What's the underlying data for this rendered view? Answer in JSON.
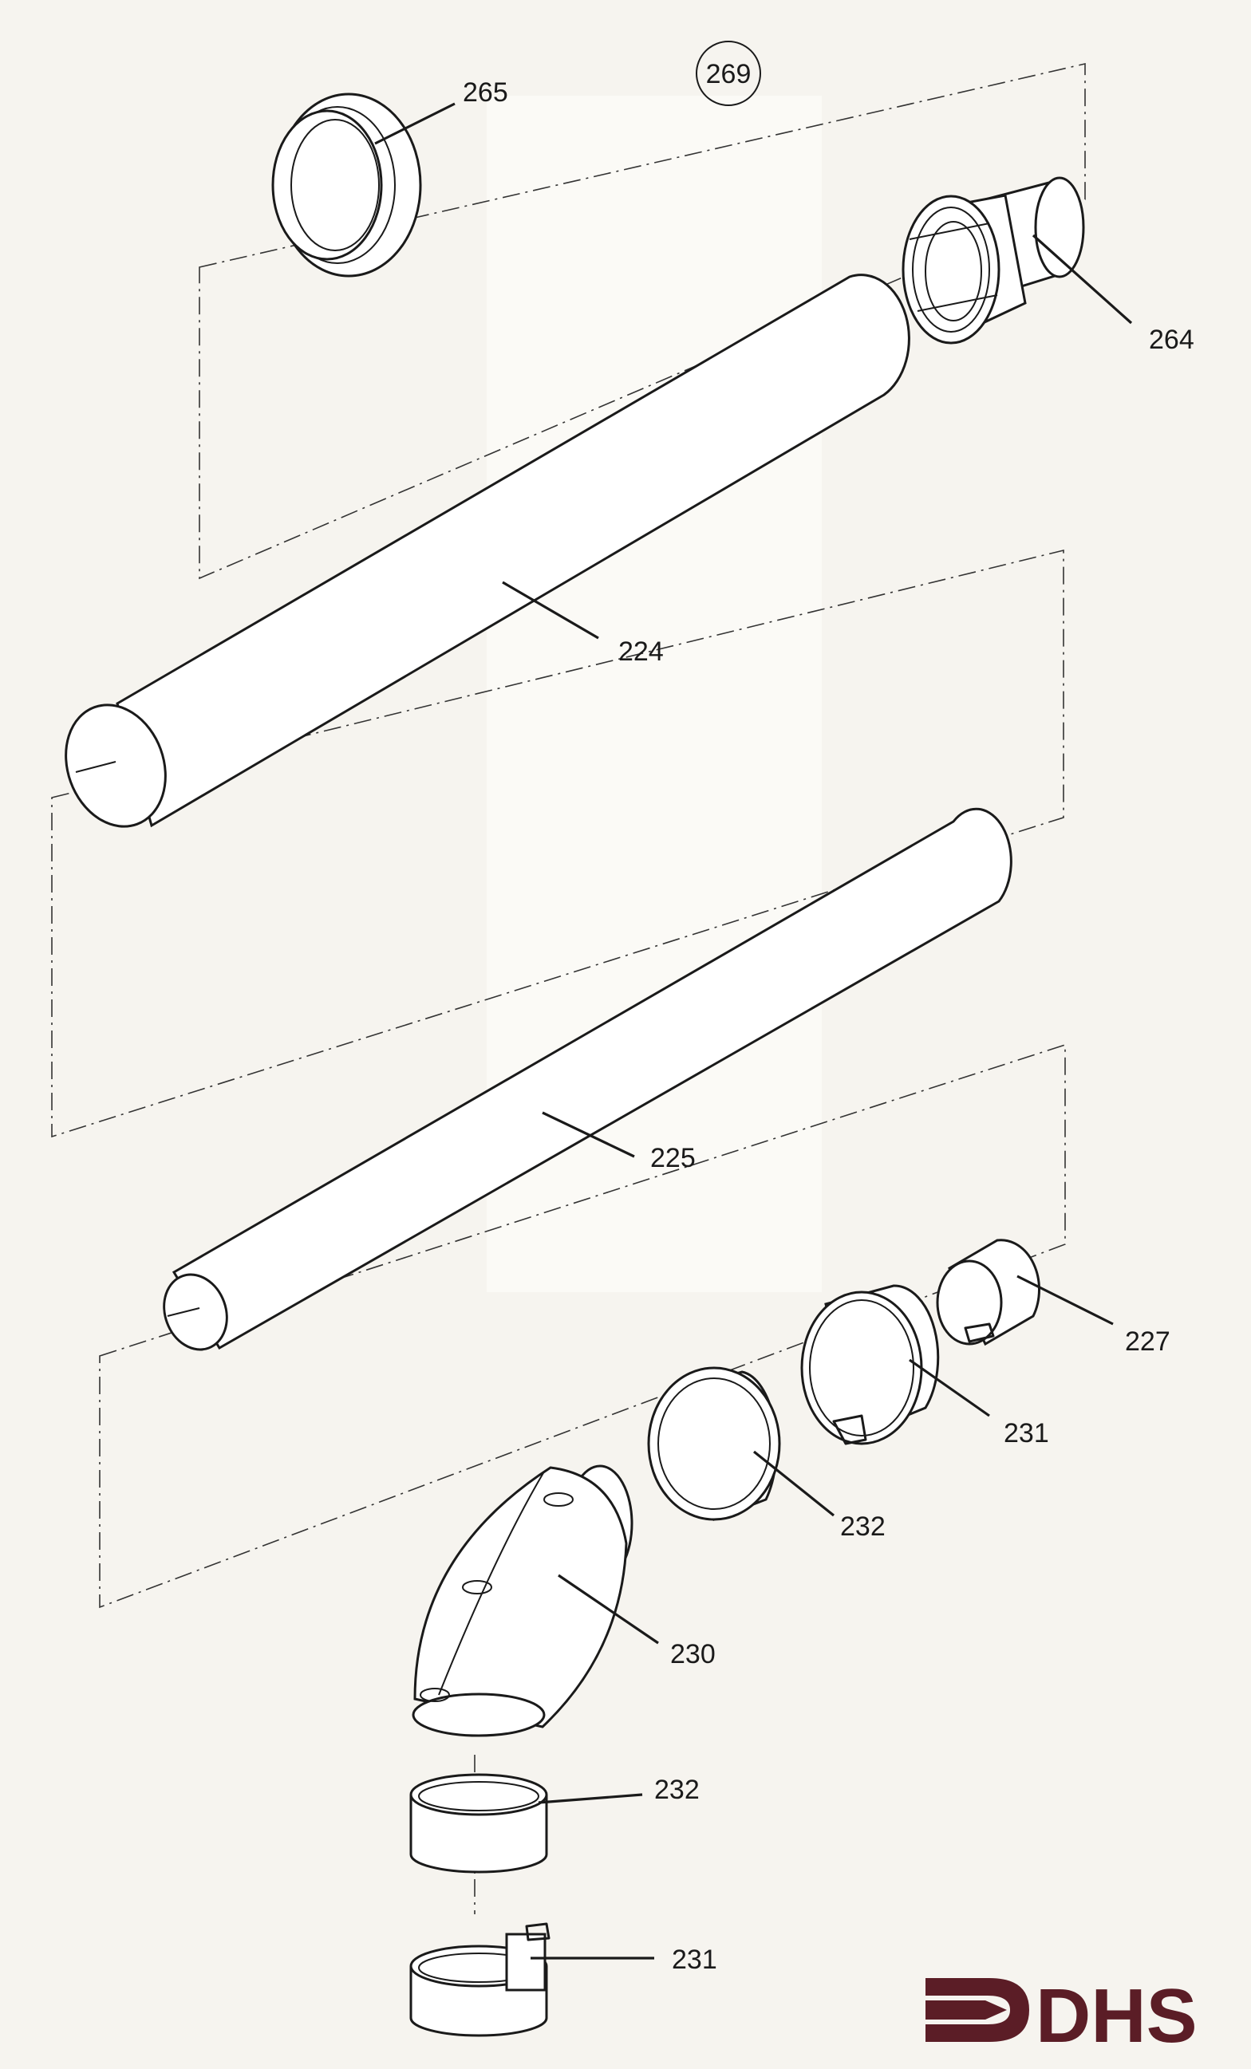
{
  "assembly_number": "269",
  "part_labels": {
    "p265": "265",
    "p264": "264",
    "p224": "224",
    "p225": "225",
    "p227": "227",
    "p231a": "231",
    "p232a": "232",
    "p230": "230",
    "p232b": "232",
    "p231b": "231"
  },
  "brand": {
    "logo_text": "DHS",
    "color": "#5b1d26"
  }
}
